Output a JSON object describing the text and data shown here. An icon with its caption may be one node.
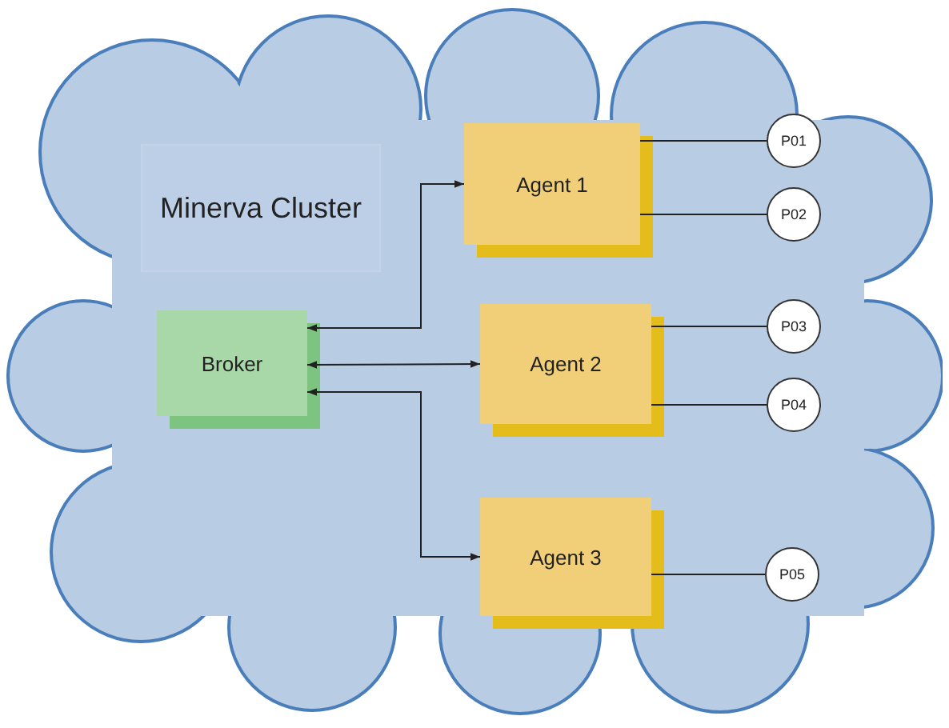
{
  "diagram": {
    "nodes": [
      {
        "text": [],
        "shape": "cloud"
      },
      {
        "text": [
          "Minerva Cluster"
        ],
        "in": 0
      },
      {
        "text": [
          "Broker"
        ],
        "in": 0
      },
      {
        "text": [
          "Agent 1"
        ],
        "in": 0
      },
      {
        "text": [
          "Agent 2"
        ],
        "in": 0
      },
      {
        "text": [
          "Agent 3"
        ],
        "in": 0
      },
      {
        "text": [
          "P01"
        ],
        "in": 0
      },
      {
        "text": [
          "P02"
        ],
        "in": 0
      },
      {
        "text": [
          "P03"
        ],
        "in": 0
      },
      {
        "text": [
          "P04"
        ],
        "in": 0
      },
      {
        "text": [
          "P05"
        ],
        "in": 0
      }
    ],
    "edges": [
      {
        "from": 2,
        "to": 3,
        "arrow": "both"
      },
      {
        "from": 2,
        "to": 4,
        "arrow": "both"
      },
      {
        "from": 2,
        "to": 5,
        "arrow": "both"
      },
      {
        "from": 3,
        "to": 6,
        "arrow": "none"
      },
      {
        "from": 3,
        "to": 7,
        "arrow": "none"
      },
      {
        "from": 4,
        "to": 8,
        "arrow": "none"
      },
      {
        "from": 4,
        "to": 9,
        "arrow": "none"
      },
      {
        "from": 5,
        "to": 10,
        "arrow": "none"
      }
    ]
  }
}
